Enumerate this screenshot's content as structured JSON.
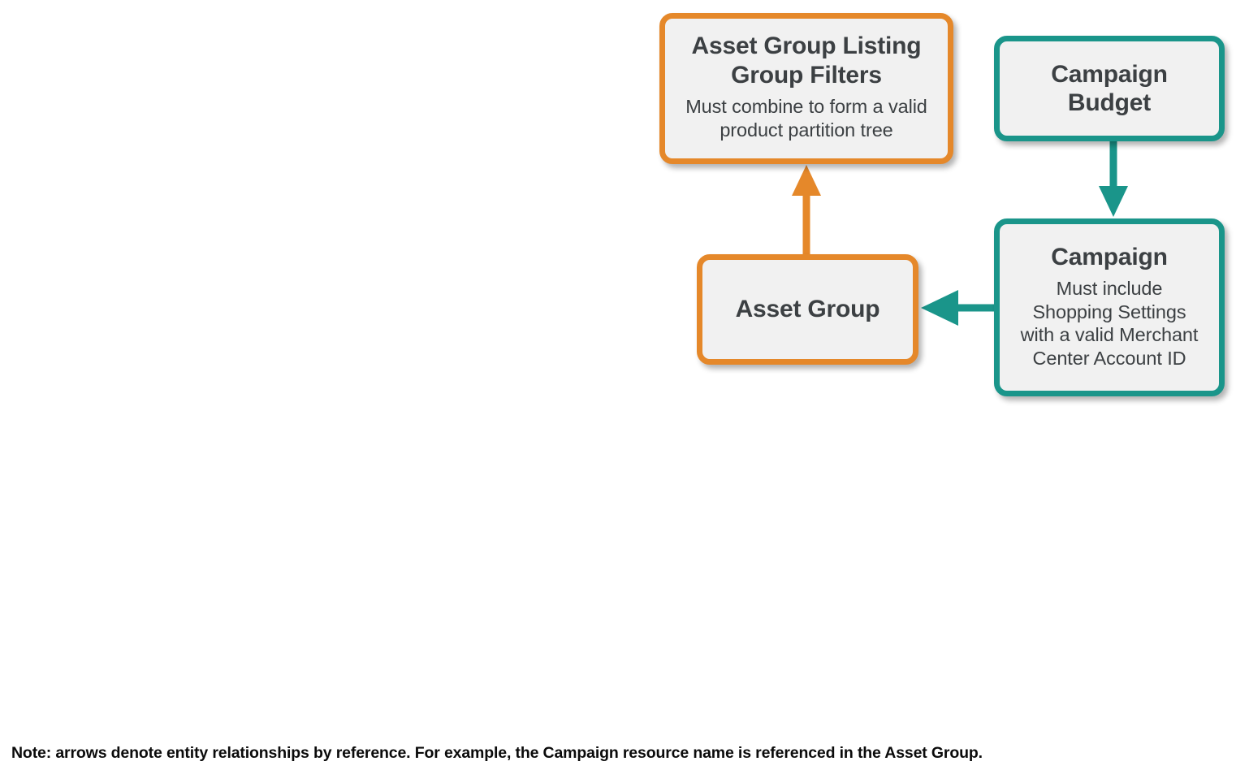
{
  "diagram": {
    "type": "entity-relationship",
    "background_color": "#ffffff",
    "palette": {
      "orange": "#e5882a",
      "teal": "#1a958a",
      "node_fill": "#f1f1f1",
      "text": "#3c4043",
      "note_text": "#0b0b0b"
    },
    "nodes": [
      {
        "id": "asset-group-listing-group-filters",
        "title": "Asset Group Listing Group Filters",
        "title_line1": "Asset Group Listing",
        "title_line2": "Group Filters",
        "description": "Must combine to form a valid product partition tree",
        "description_line1": "Must combine to form a valid",
        "description_line2": "product partition tree",
        "color": "orange"
      },
      {
        "id": "campaign-budget",
        "title": "Campaign Budget",
        "title_line1": "Campaign",
        "title_line2": "Budget",
        "description": "",
        "color": "teal"
      },
      {
        "id": "asset-group",
        "title": "Asset Group",
        "title_line1": "Asset Group",
        "title_line2": "",
        "description": "",
        "color": "orange"
      },
      {
        "id": "campaign",
        "title": "Campaign",
        "title_line1": "Campaign",
        "title_line2": "",
        "description": "Must include Shopping Settings with a valid Merchant Center Account ID",
        "description_line1": "Must include",
        "description_line2": "Shopping Settings",
        "description_line3": "with a valid Merchant",
        "description_line4": "Center Account ID",
        "color": "teal"
      }
    ],
    "edges": [
      {
        "id": "asset-group-to-listing-group-filters",
        "from": "asset-group",
        "to": "asset-group-listing-group-filters",
        "direction": "up",
        "color": "orange"
      },
      {
        "id": "campaign-budget-to-campaign",
        "from": "campaign-budget",
        "to": "campaign",
        "direction": "down",
        "color": "teal"
      },
      {
        "id": "campaign-to-asset-group",
        "from": "campaign",
        "to": "asset-group",
        "direction": "left",
        "color": "teal"
      }
    ]
  },
  "footer": {
    "note": "Note: arrows denote entity relationships by reference. For example, the Campaign resource name is referenced in the Asset Group."
  }
}
